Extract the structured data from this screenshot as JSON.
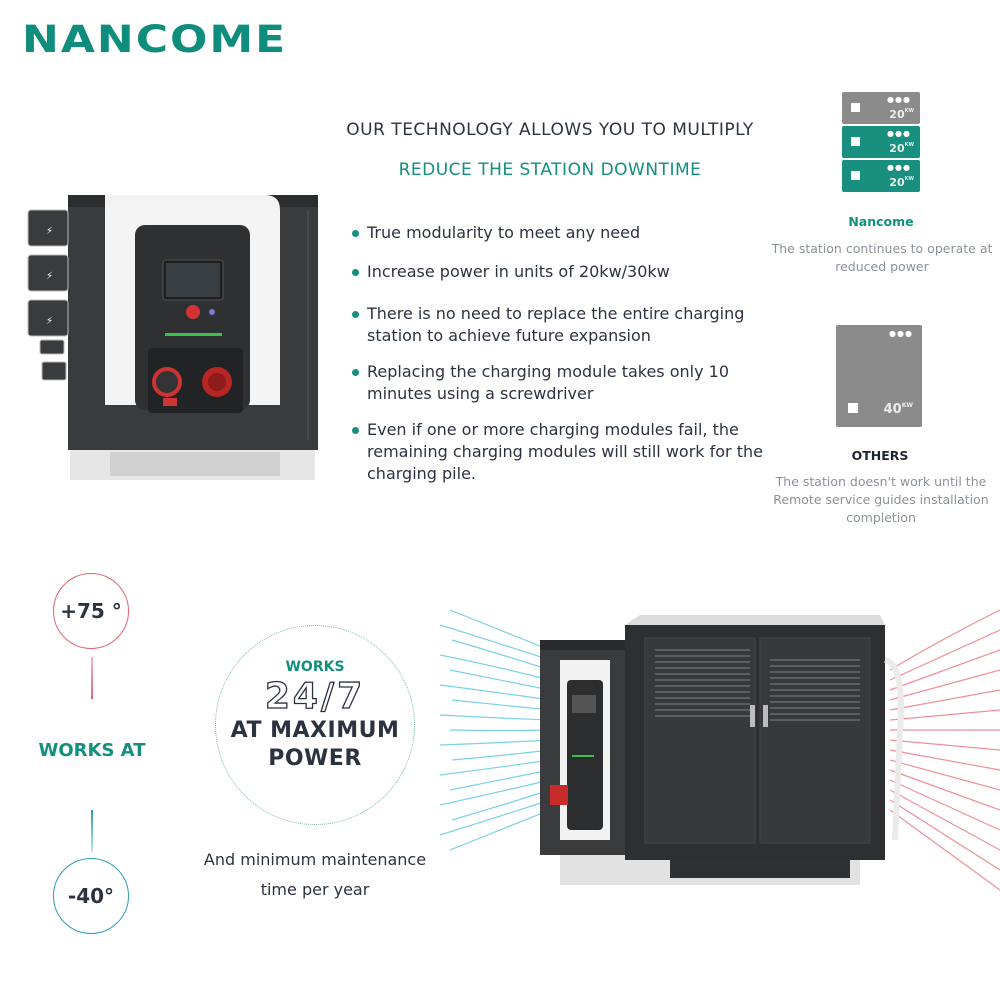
{
  "brand": {
    "logo": "NANCOME",
    "primary": "#0f8d7c",
    "dark": "#2c3340"
  },
  "headline": "OUR TECHNOLOGY ALLOWS YOU TO MULTIPLY",
  "subheadline": "REDUCE THE STATION DOWNTIME",
  "bullets": [
    "True modularity to meet any need",
    "Increase power in units of 20kw/30kw",
    "There is no need to replace the entire charging station to achieve future expansion",
    "Replacing the charging module takes only 10 minutes using a screwdriver",
    "Even if one or more charging modules fail, the remaining charging modules will still work for the charging pile."
  ],
  "comparison": {
    "nancome": {
      "title": "Nancome",
      "description": "The station continues to operate at reduced power",
      "modules": [
        {
          "kw": "20",
          "unit": "KW",
          "state": "failed",
          "color": "#8b8b8b"
        },
        {
          "kw": "20",
          "unit": "KW",
          "state": "active",
          "color": "#188f7f"
        },
        {
          "kw": "20",
          "unit": "KW",
          "state": "active",
          "color": "#188f7f"
        }
      ]
    },
    "others": {
      "title": "OTHERS",
      "description": "The station doesn't work until the Remote service guides installation completion",
      "module": {
        "kw": "40",
        "unit": "KW",
        "color": "#8b8b8b"
      }
    }
  },
  "temperature": {
    "max": "+75 °",
    "min": "-40°",
    "label": "WORKS AT",
    "max_color": "#e26570",
    "min_color": "#2a9cb6"
  },
  "badge": {
    "line1": "WORKS",
    "line2": "24/7",
    "line3": "AT MAXIMUM",
    "line4": "POWER"
  },
  "maintenance": "And minimum maintenance time per year"
}
